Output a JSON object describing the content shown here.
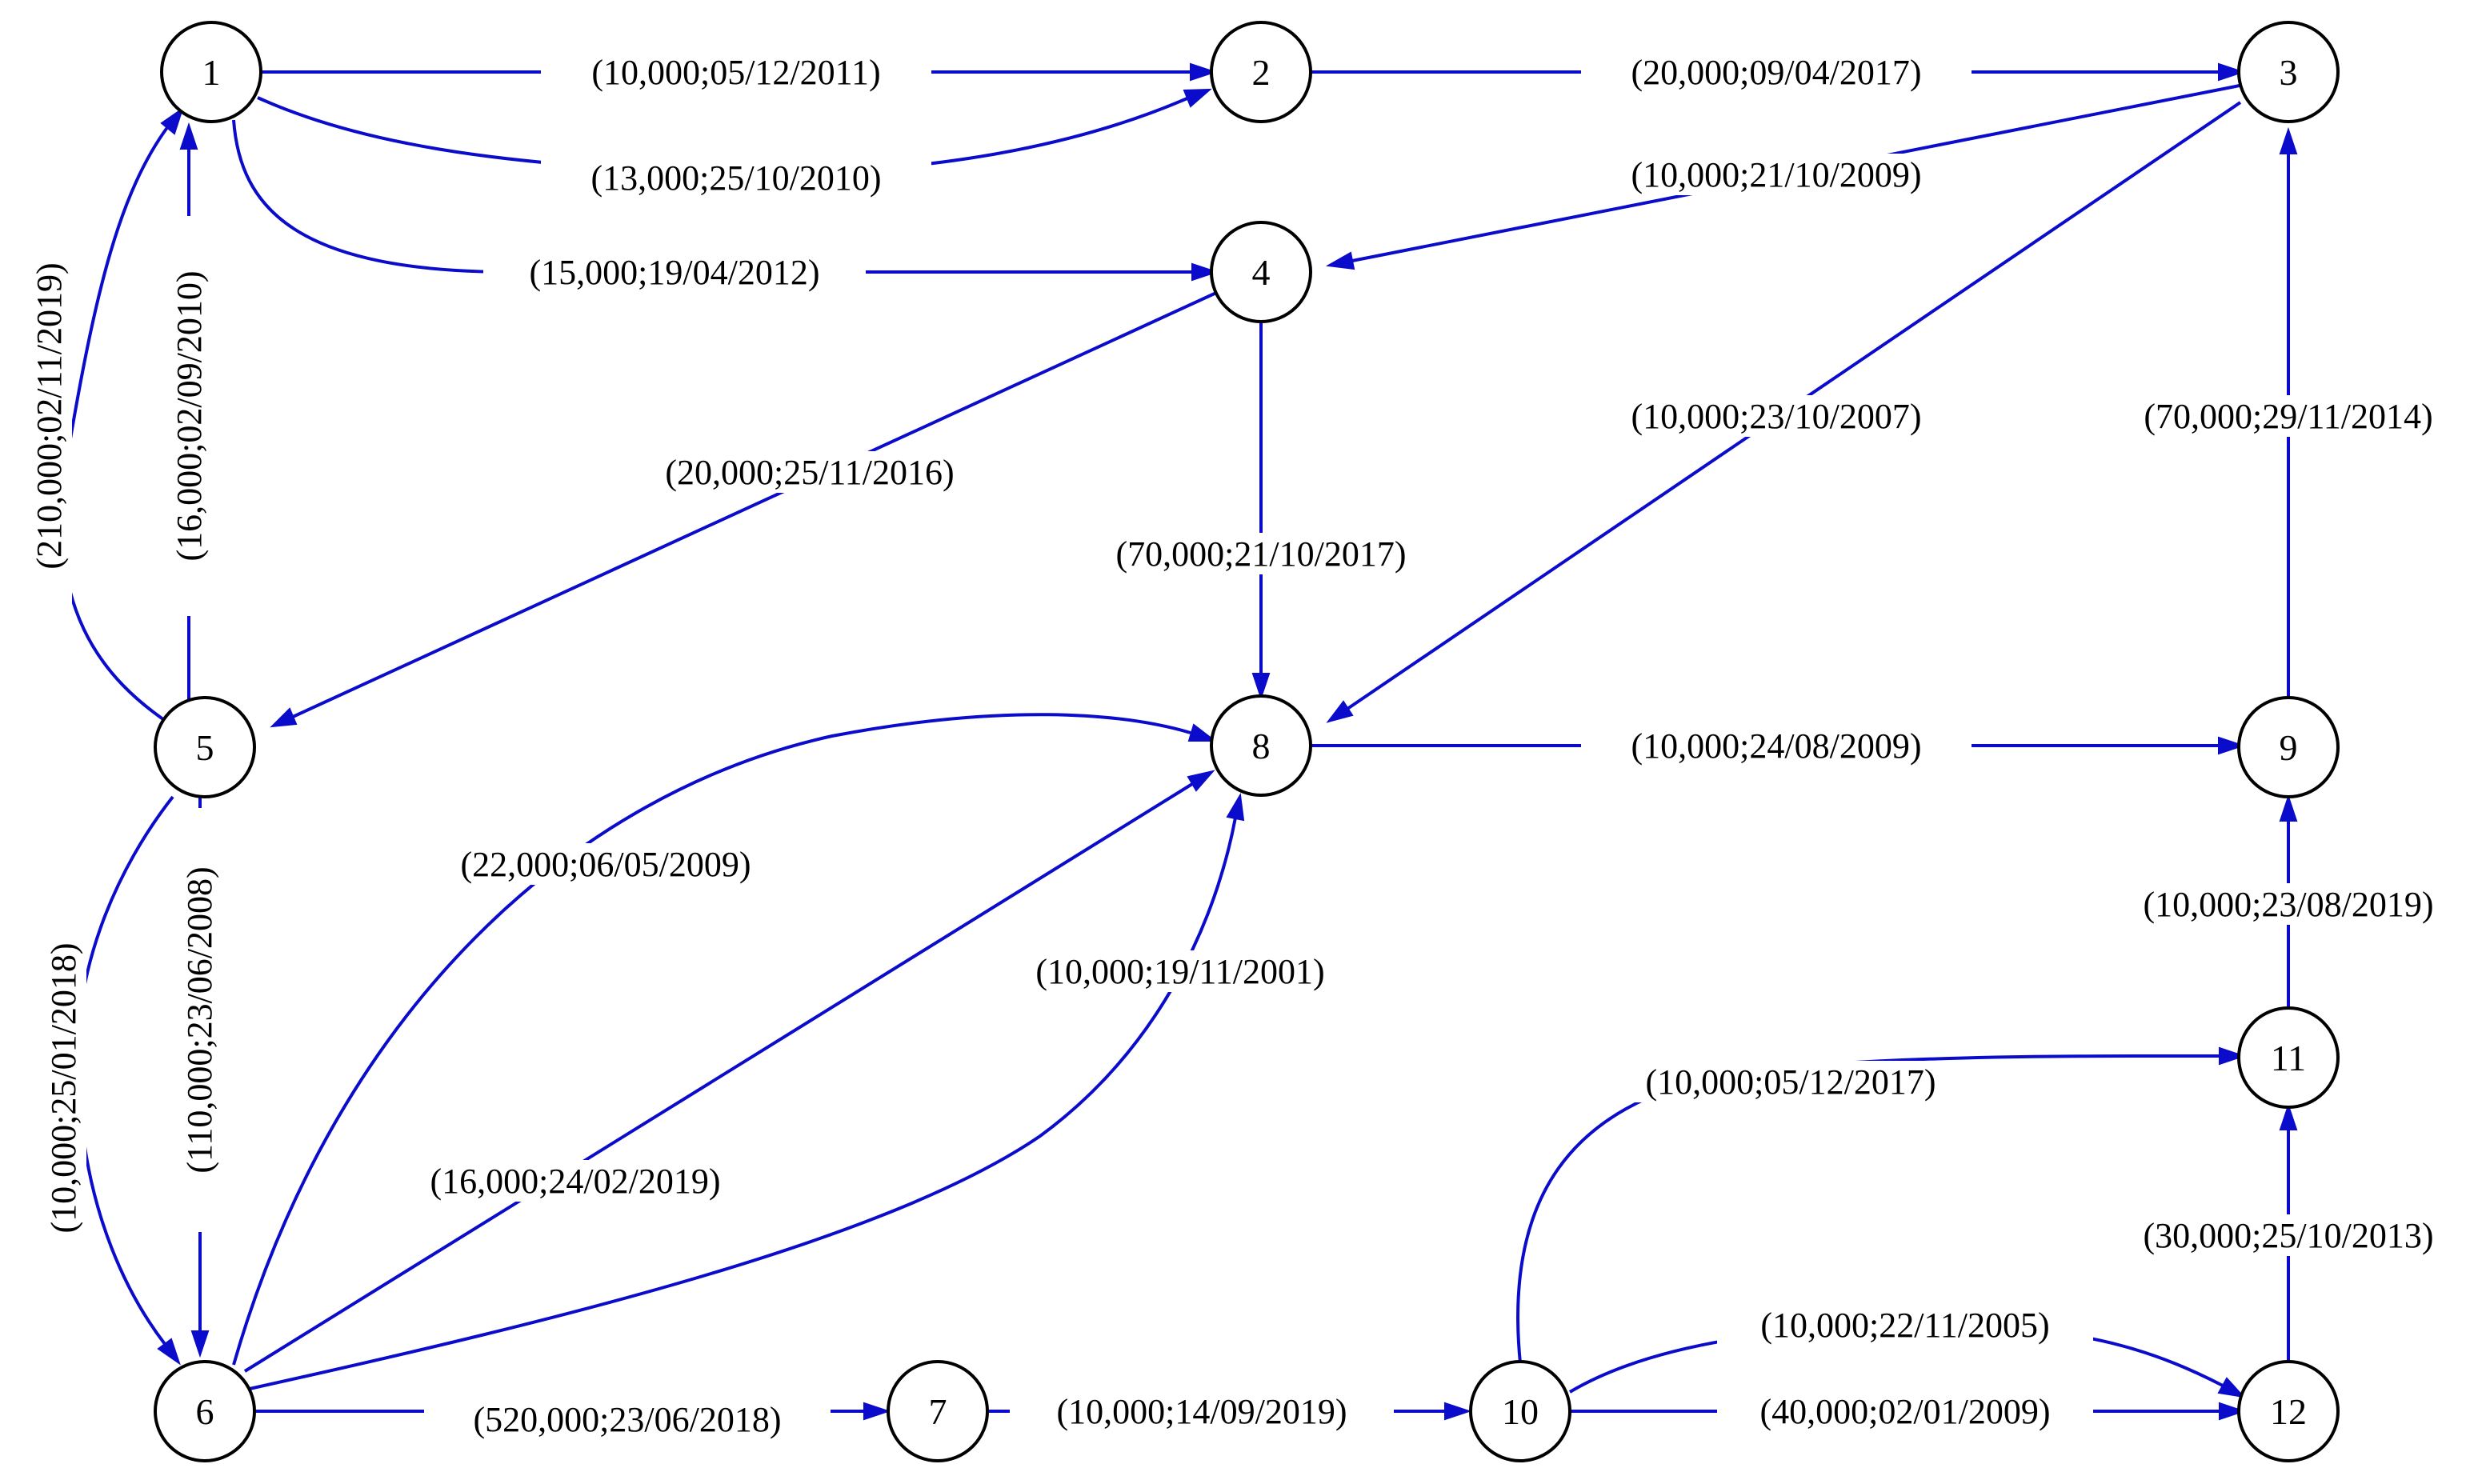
{
  "diagram": {
    "type": "directed-graph",
    "edge_color": "#0b0bcc",
    "node_border_color": "#000000",
    "nodes": [
      "1",
      "2",
      "3",
      "4",
      "5",
      "6",
      "7",
      "8",
      "9",
      "10",
      "11",
      "12"
    ],
    "edges": [
      {
        "id": "e1-2a",
        "from": "1",
        "to": "2",
        "label": "(10,000;05/12/2011)"
      },
      {
        "id": "e1-2b",
        "from": "1",
        "to": "2",
        "label": "(13,000;25/10/2010)"
      },
      {
        "id": "e2-3",
        "from": "2",
        "to": "3",
        "label": "(20,000;09/04/2017)"
      },
      {
        "id": "e3-4",
        "from": "3",
        "to": "4",
        "label": "(10,000;21/10/2009)"
      },
      {
        "id": "e1-4",
        "from": "1",
        "to": "4",
        "label": "(15,000;19/04/2012)"
      },
      {
        "id": "e3-8",
        "from": "3",
        "to": "8",
        "label": "(10,000;23/10/2007)"
      },
      {
        "id": "e9-3",
        "from": "9",
        "to": "3",
        "label": "(70,000;29/11/2014)"
      },
      {
        "id": "e4-5",
        "from": "4",
        "to": "5",
        "label": "(20,000;25/11/2016)"
      },
      {
        "id": "e4-8",
        "from": "4",
        "to": "8",
        "label": "(70,000;21/10/2017)"
      },
      {
        "id": "e5-1a",
        "from": "5",
        "to": "1",
        "label": "(210,000;02/11/2019)"
      },
      {
        "id": "e5-1b",
        "from": "5",
        "to": "1",
        "label": "(16,000;02/09/2010)"
      },
      {
        "id": "e8-9",
        "from": "8",
        "to": "9",
        "label": "(10,000;24/08/2009)"
      },
      {
        "id": "e6-8a",
        "from": "6",
        "to": "8",
        "label": "(22,000;06/05/2009)"
      },
      {
        "id": "e6-8b",
        "from": "6",
        "to": "8",
        "label": "(16,000;24/02/2019)"
      },
      {
        "id": "e6-8c",
        "from": "6",
        "to": "8",
        "label": "(10,000;19/11/2001)"
      },
      {
        "id": "e5-6a",
        "from": "5",
        "to": "6",
        "label": "(10,000;25/01/2018)"
      },
      {
        "id": "e5-6b",
        "from": "5",
        "to": "6",
        "label": "(110,000;23/06/2008)"
      },
      {
        "id": "e11-9",
        "from": "11",
        "to": "9",
        "label": "(10,000;23/08/2019)"
      },
      {
        "id": "e10-11",
        "from": "10",
        "to": "11",
        "label": "(10,000;05/12/2017)"
      },
      {
        "id": "e12-11",
        "from": "12",
        "to": "11",
        "label": "(30,000;25/10/2013)"
      },
      {
        "id": "e10-12a",
        "from": "10",
        "to": "12",
        "label": "(10,000;22/11/2005)"
      },
      {
        "id": "e10-12b",
        "from": "10",
        "to": "12",
        "label": "(40,000;02/01/2009)"
      },
      {
        "id": "e6-7",
        "from": "6",
        "to": "7",
        "label": "(520,000;23/06/2018)"
      },
      {
        "id": "e7-10",
        "from": "7",
        "to": "10",
        "label": "(10,000;14/09/2019)"
      }
    ]
  }
}
